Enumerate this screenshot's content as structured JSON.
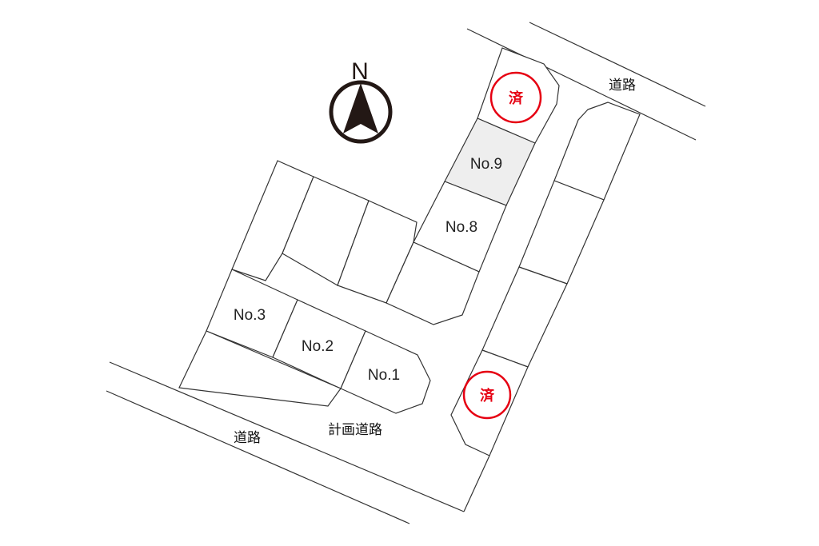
{
  "compass": {
    "label": "N",
    "icon": "north-arrow-icon"
  },
  "roads": {
    "northeast": "道路",
    "southwest": "道路",
    "planned": "計画道路"
  },
  "lots": [
    {
      "id": "no1",
      "label": "No.1",
      "sold": false
    },
    {
      "id": "no2",
      "label": "No.2",
      "sold": false
    },
    {
      "id": "no3",
      "label": "No.3",
      "sold": false
    },
    {
      "id": "no8",
      "label": "No.8",
      "sold": false
    },
    {
      "id": "no9",
      "label": "No.9",
      "sold": false,
      "highlighted": true
    }
  ],
  "sold_marks": [
    {
      "label": "済"
    },
    {
      "label": "済"
    }
  ],
  "colors": {
    "line": "#333333",
    "highlight": "#eeeeee",
    "sold": "#e60012"
  }
}
